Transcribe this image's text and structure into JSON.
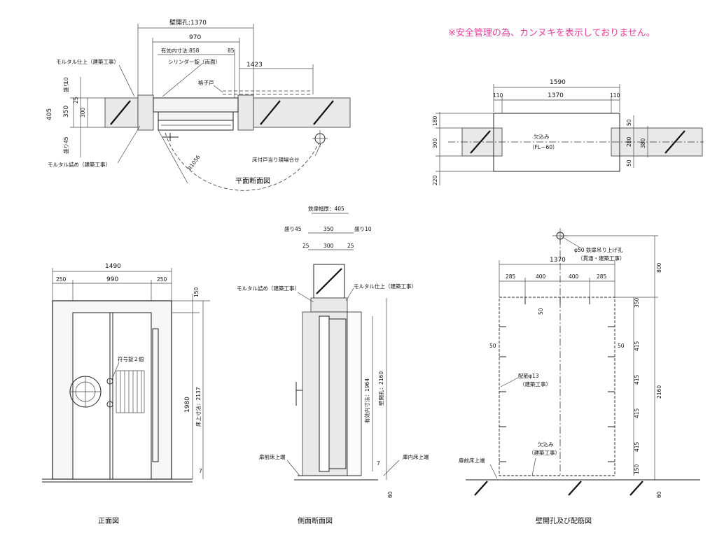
{
  "note": "※安全管理の為、カンヌキを表示しておりません。",
  "plan": {
    "title": "平面断面図",
    "dims": {
      "wall_opening": "壁開孔:1370",
      "w970": "970",
      "clear_width": "有効内寸法:858",
      "w85": "85",
      "w1423": "1423",
      "radius": "R1056",
      "d405": "405",
      "d350": "350",
      "d25": "25",
      "d300": "300",
      "d10": "10",
      "d45": "45",
      "tol10": "盛り",
      "tol45": "盛り"
    },
    "labels": {
      "mortar_finish": "モルタル仕上（建築工事）",
      "cylinder_lock": "シリンダー錠（両面）",
      "lattice_door": "格子戸",
      "mortar_fill": "モルタル詰め（建築工事）",
      "floor_stop": "床付戸当り現場合せ"
    }
  },
  "opening_section": {
    "dims": {
      "w1590": "1590",
      "w110a": "110",
      "w1370": "1370",
      "w110b": "110",
      "h180": "180",
      "h300": "300",
      "h220": "220",
      "h50a": "50",
      "h280": "280",
      "h50b": "50",
      "h380": "380"
    },
    "labels": {
      "recess": "欠込み",
      "recess_code": "（FL－60）"
    }
  },
  "front": {
    "title": "正面図",
    "dims": {
      "w1490": "1490",
      "w250a": "250",
      "w990": "990",
      "w250b": "250",
      "h150": "150",
      "h1980": "1980",
      "h2137": "床上寸法：2137",
      "h7": "7"
    },
    "labels": {
      "code_lock": "符号錠２個"
    }
  },
  "side": {
    "title": "側面断面図",
    "dims": {
      "frame_depth": "鉄扉幅厚：405",
      "d45": "盛り45",
      "d350": "350",
      "d10": "盛り10",
      "d25a": "25",
      "d300": "300",
      "d25b": "25",
      "clear_h": "有効内寸法：1964",
      "wall_h": "壁開孔：2160",
      "h7": "7",
      "h60": "60"
    },
    "labels": {
      "mortar_fill": "モルタル詰め（建築工事）",
      "mortar_finish": "モルタル仕上（建築工事）",
      "outer_floor": "扉前床上端",
      "inner_floor": "庫内床上端"
    }
  },
  "rebar": {
    "title": "壁開孔及び配筋図",
    "dims": {
      "w1370": "1370",
      "w285a": "285",
      "w400a": "400",
      "w400b": "400",
      "w285b": "285",
      "h800": "800",
      "h350": "350",
      "h415a": "415",
      "h415b": "415",
      "h415c": "415",
      "h415d": "415",
      "h150": "150",
      "h2160": "2160",
      "h60": "60",
      "d50a": "50",
      "d50b": "50",
      "d50c": "50"
    },
    "labels": {
      "hoist_hole": "φ50 鉄扉吊り上げ孔",
      "hoist_hole_note": "（貫通・建築工事）",
      "rebar": "配筋φ13",
      "rebar_note": "（建築工事）",
      "recess": "欠込み",
      "recess_note": "（建築工事）",
      "outer_floor": "扉前床上端"
    }
  }
}
